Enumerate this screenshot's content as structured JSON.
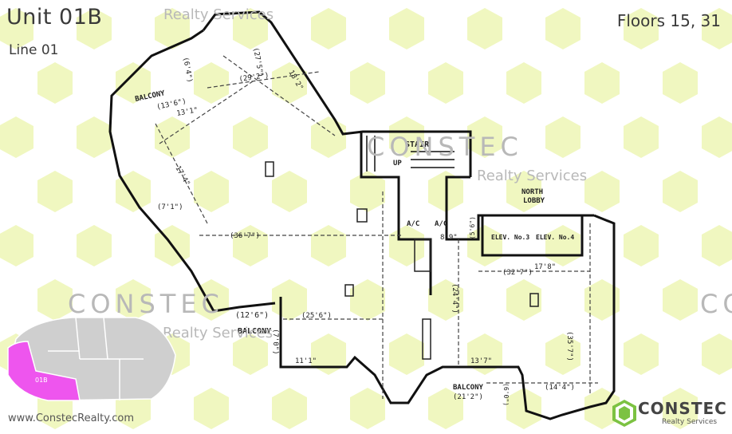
{
  "header": {
    "unit_title": "Unit 01B",
    "line": "Line 01",
    "floors": "Floors 15, 31"
  },
  "footer": {
    "website": "www.ConstecRealty.com"
  },
  "logo": {
    "name": "CONSTEC",
    "tagline": "Realty Services",
    "icon": "constec-cube-icon",
    "color": "#7cc242"
  },
  "watermark": {
    "brand": "CONSTEC",
    "tagline": "Realty Services"
  },
  "keyplan": {
    "unit_label": "01B",
    "highlight_color": "#ee55ee",
    "base_color": "#cfcfcf"
  },
  "floorplan": {
    "rooms": {
      "balcony_nw": "BALCONY",
      "balcony_nw_dim": "(13'6\")",
      "balcony_w": "BALCONY",
      "balcony_w_dim": "(12'6\")",
      "balcony_s": "BALCONY",
      "balcony_s_dim": "(21'2\")",
      "stair": "STAIR",
      "up": "UP",
      "north_lobby_1": "NORTH",
      "north_lobby_2": "LOBBY",
      "elev3": "ELEV. No.3",
      "elev4": "ELEV. No.4",
      "ac1": "A/C",
      "ac2": "A/C"
    },
    "dims": {
      "d36": "(36'7\")",
      "d29": "(29'2\")",
      "d27": "(27'5\")",
      "d32": "(32'7\")",
      "d35": "(35'7\")",
      "d24": "(24'4\")",
      "d14": "(14'4\")",
      "d25": "(25'6\")",
      "d17": "17'4\"",
      "d13": "13'1\"",
      "d18": "18'2\"",
      "d7a": "(7'1\")",
      "d7b": "(7'0\")",
      "d6": "(6'0\")",
      "d11": "11'1\"",
      "d137": "13'7\"",
      "d178": "17'8\"",
      "d89": "8'9\"",
      "d56": "(5'6\")",
      "d64": "(6'4\")"
    },
    "wall_color": "#111111",
    "dash_color": "#444444"
  },
  "colors": {
    "pattern": "#f0f7c0",
    "text": "#3a3a3a"
  }
}
